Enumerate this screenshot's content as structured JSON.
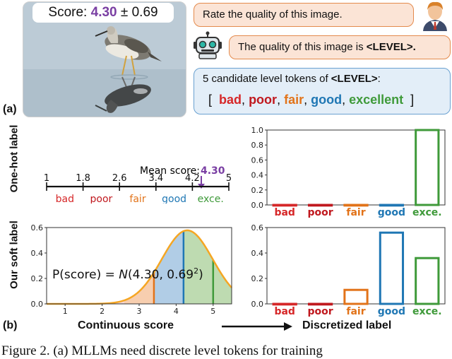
{
  "part_a": {
    "panel_label": "(a)",
    "score_prefix": "Score:",
    "score_value": "4.30",
    "score_suffix": "± 0.69",
    "user_prompt": "Rate the quality of this image.",
    "bot_response_prefix": "The quality of this image is",
    "bot_response_token": "<LEVEL>.",
    "candidates_title_prefix": "5 candidate level tokens of",
    "candidates_title_token": "<LEVEL>",
    "candidates_title_suffix": ":",
    "open_bracket": "[",
    "close_bracket": "]",
    "candidate_tokens": [
      "bad",
      "poor",
      "fair",
      "good",
      "excellent"
    ]
  },
  "part_b": {
    "panel_label": "(b)",
    "row1_ylabel": "One-hot label",
    "row2_ylabel": "Our soft label",
    "mean_score_label": "Mean score:",
    "mean_score_value": "4.30",
    "scale_ticks": [
      "1",
      "1.8",
      "2.6",
      "3.4",
      "4.2",
      "5"
    ],
    "scale_levels": [
      "bad",
      "poor",
      "fair",
      "good",
      "exce."
    ],
    "formula_left": "P(score) =",
    "formula_right": "(4.30, 0.69",
    "formula_exp": "2",
    "formula_close": ")",
    "formula_script_n": "N",
    "xlabel_continuous": "Continuous score",
    "xlabel_discretized": "Discretized label"
  },
  "caption_text": "Figure 2. (a) MLLMs need discrete level tokens for training",
  "colors": {
    "bad": "#d62728",
    "poor": "#c0181e",
    "fair": "#e27319",
    "good": "#1f77b4",
    "excellent": "#3f9a3a",
    "mean_marker": "#7a3fa3",
    "curve": "#f5a623"
  },
  "chart_data": [
    {
      "type": "bar",
      "categories": [
        "bad",
        "poor",
        "fair",
        "good",
        "exce."
      ],
      "values": [
        0.0,
        0.0,
        0.0,
        0.0,
        1.0
      ],
      "ylim": [
        0,
        1.0
      ],
      "yticks": [
        "0.0",
        "0.2",
        "0.4",
        "0.6",
        "0.8",
        "1.0"
      ]
    },
    {
      "type": "bar",
      "categories": [
        "bad",
        "poor",
        "fair",
        "good",
        "exce."
      ],
      "values": [
        0.0,
        0.0,
        0.11,
        0.56,
        0.36
      ],
      "ylim": [
        0,
        0.6
      ],
      "yticks": [
        "0.0",
        "0.2",
        "0.4",
        "0.6"
      ]
    },
    {
      "type": "area",
      "x": [
        0.5,
        1,
        1.5,
        2,
        2.5,
        3,
        3.4,
        3.8,
        4.2,
        4.3,
        4.6,
        5,
        5.5
      ],
      "distribution": {
        "mean": 4.3,
        "std": 0.69
      },
      "xticks": [
        "1",
        "2",
        "3",
        "4",
        "5"
      ],
      "yticks": [
        "0.0",
        "0.2",
        "0.4",
        "0.6"
      ],
      "xlim": [
        0.5,
        5.5
      ],
      "ylim": [
        0,
        0.6
      ]
    }
  ]
}
